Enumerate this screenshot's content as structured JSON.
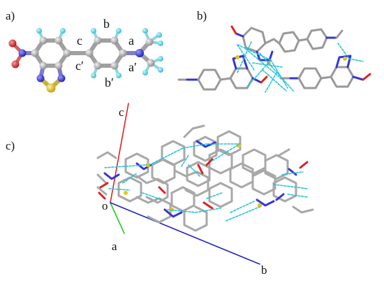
{
  "panels": {
    "a": {
      "label": "a)"
    },
    "b": {
      "label": "b)"
    },
    "c": {
      "label": "c)"
    }
  },
  "bond_labels": {
    "a": "a",
    "a_prime": "a′",
    "b": "b",
    "b_prime": "b′",
    "c": "c",
    "c_prime": "c′"
  },
  "axes": {
    "origin": "o",
    "a": "a",
    "b": "b",
    "c": "c"
  },
  "colors": {
    "carbon": "#9c9c9c",
    "hydrogen": "#4fd2e6",
    "nitrogen": "#3434d8",
    "oxygen": "#e02020",
    "sulfur": "#e8c21c",
    "hbond": "#22c4dc",
    "axis_a": "#22cc22",
    "axis_b": "#2222cc",
    "axis_c": "#dd2222"
  }
}
